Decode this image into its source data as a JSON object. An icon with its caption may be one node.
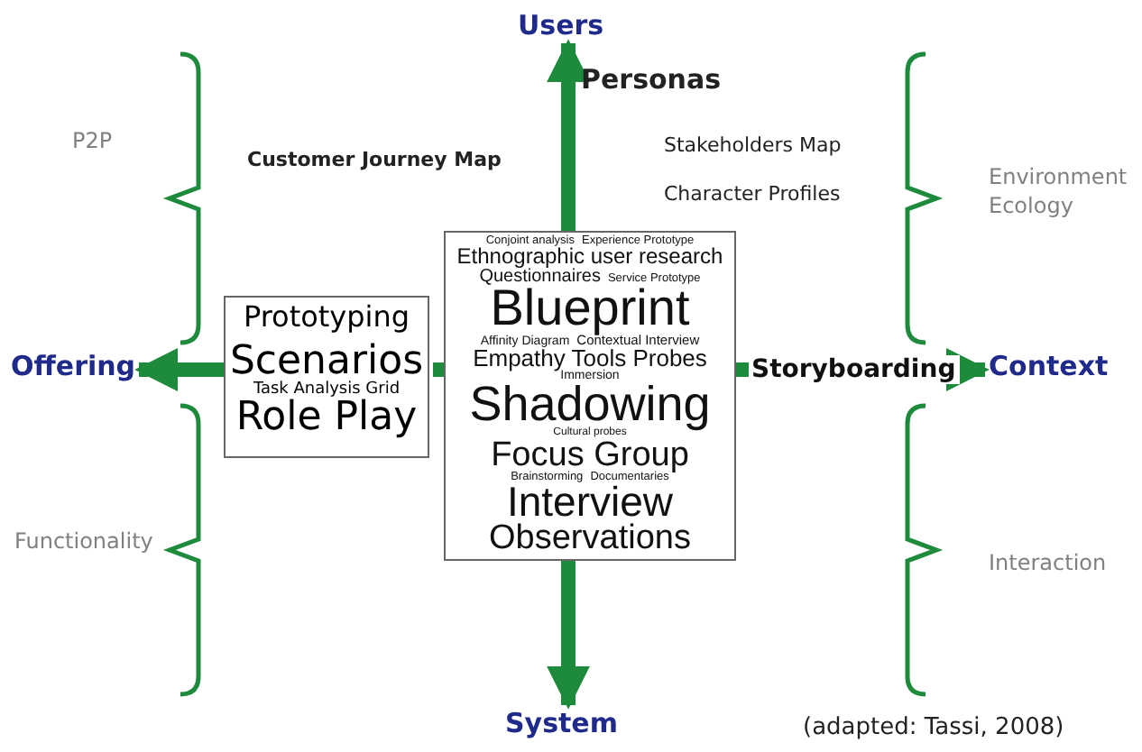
{
  "diagram": {
    "caption": "(adapted: Tassi, 2008)",
    "nodes": [
      {
        "text": [
          "Users"
        ]
      },
      {
        "text": [
          "Offering"
        ]
      },
      {
        "text": [
          "Context"
        ]
      },
      {
        "text": [
          "System"
        ]
      },
      {
        "text": [
          "Prototyping",
          "Scenarios",
          "Task Analysis Grid",
          "Role Play"
        ]
      },
      {
        "text": [
          "Conjoint analysis",
          "Experience Prototype",
          "Ethnographic user research",
          "Questionnaires",
          "Service Prototype",
          "Blueprint",
          "Affinity Diagram",
          "Contextual Interview",
          "Empathy Tools Probes",
          "Immersion",
          "Shadowing",
          "Cultural probes",
          "Focus Group",
          "Brainstorming",
          "Documentaries",
          "Interview",
          "Observations"
        ]
      }
    ],
    "edges": [
      {
        "from": 5,
        "to": 0,
        "arrow": "to"
      },
      {
        "from": 5,
        "to": 3,
        "arrow": "to"
      },
      {
        "from": 5,
        "to": 4,
        "arrow": "none"
      },
      {
        "from": 4,
        "to": 1,
        "arrow": "to"
      },
      {
        "from": 5,
        "to": 2,
        "arrow": "to",
        "label": "Storyboarding"
      }
    ],
    "labels": [
      "Personas",
      "P2P",
      "Customer Journey Map",
      "Stakeholders Map",
      "Character Profiles",
      "Environment Ecology",
      "Functionality",
      "Interaction"
    ]
  }
}
